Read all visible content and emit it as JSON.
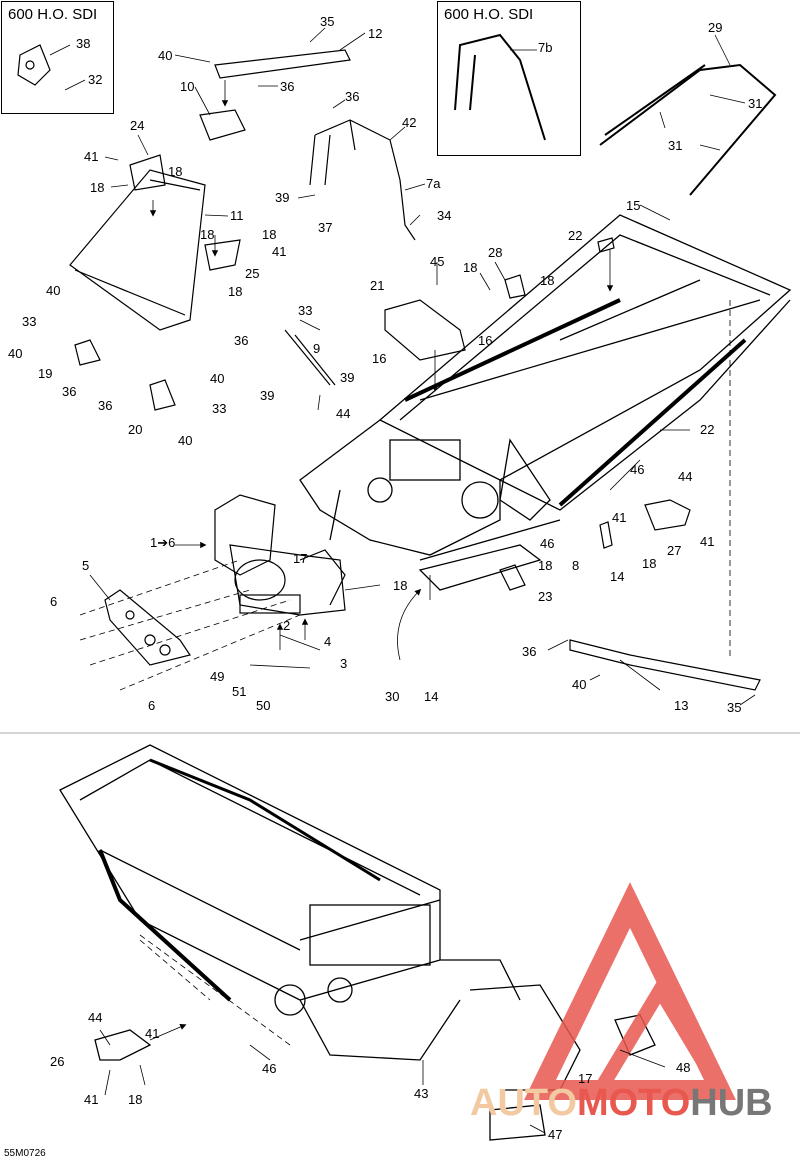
{
  "insets": [
    {
      "id": "inset-left",
      "title": "600 H.O. SDI"
    },
    {
      "id": "inset-right",
      "title": "600 H.O. SDI"
    }
  ],
  "callouts": {
    "c35a": "35",
    "c12": "12",
    "c40a": "40",
    "c36a": "36",
    "c10": "10",
    "c38": "38",
    "c32": "32",
    "c7b": "7b",
    "c29": "29",
    "c31a": "31",
    "c31b": "31",
    "c36b": "36",
    "c42": "42",
    "c7a": "7a",
    "c39a": "39",
    "c37": "37",
    "c34": "34",
    "c24": "24",
    "c41a": "41",
    "c18a": "18",
    "c18b": "18",
    "c11": "11",
    "c18c": "18",
    "c18d": "18",
    "c41b": "41",
    "c25": "25",
    "c18e": "18",
    "c15": "15",
    "c22a": "22",
    "c45": "45",
    "c28": "28",
    "c18f": "18",
    "c18g": "18",
    "c21": "21",
    "c16a": "16",
    "c16b": "16",
    "c40b": "40",
    "c33a": "33",
    "c40c": "40",
    "c19": "19",
    "c36c": "36",
    "c33b": "33",
    "c36d": "36",
    "c9": "9",
    "c39b": "39",
    "c39c": "39",
    "c44a": "44",
    "c40d": "40",
    "c36e": "36",
    "c33c": "33",
    "c20": "20",
    "c40e": "40",
    "c22b": "22",
    "c46a": "46",
    "c44b": "44",
    "c41c": "41",
    "c41d": "41",
    "c27": "27",
    "c18h": "18",
    "c8": "8",
    "c14a": "14",
    "c46b": "46",
    "c18i": "18",
    "c23": "23",
    "c1to6": "1➔6",
    "c17a": "17",
    "c5": "5",
    "c6a": "6",
    "c6b": "6",
    "c18j": "18",
    "c2": "2",
    "c4": "4",
    "c3": "3",
    "c49": "49",
    "c51": "51",
    "c50": "50",
    "c30": "30",
    "c14b": "14",
    "c36f": "36",
    "c40f": "40",
    "c13": "13",
    "c35b": "35",
    "c44c": "44",
    "c41e": "41",
    "c26": "26",
    "c41f": "41",
    "c18k": "18",
    "c46c": "46",
    "c43": "43",
    "c17b": "17",
    "c48": "48",
    "c47": "47"
  },
  "reference_code": "55M0726",
  "watermark": {
    "part1": "AUTO",
    "part2": "MOTO",
    "part3": "HUB"
  },
  "colors": {
    "line": "#000000",
    "watermark_red": "#e8584f",
    "watermark_gray": "#777777",
    "watermark_peach": "#f2c9a0"
  }
}
